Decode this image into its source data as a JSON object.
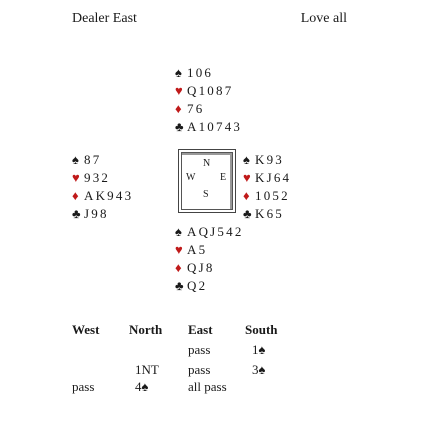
{
  "header": {
    "dealer": "Dealer East",
    "vulnerability": "Love all"
  },
  "suits": {
    "spade": {
      "glyph": "♠",
      "color": "#1a1a1a",
      "icon": "spade-icon"
    },
    "heart": {
      "glyph": "♥",
      "color": "#c01a1a",
      "icon": "heart-icon"
    },
    "diamond": {
      "glyph": "♦",
      "color": "#c01a1a",
      "icon": "diamond-icon"
    },
    "club": {
      "glyph": "♣",
      "color": "#1a1a1a",
      "icon": "club-icon"
    }
  },
  "hands": {
    "north": {
      "spades": "106",
      "hearts": "Q1087",
      "diamonds": "76",
      "clubs": "A10743"
    },
    "west": {
      "spades": "87",
      "hearts": "932",
      "diamonds": "AK943",
      "clubs": "J98"
    },
    "east": {
      "spades": "K93",
      "hearts": "KJ64",
      "diamonds": "1052",
      "clubs": "K65"
    },
    "south": {
      "spades": "AQJ542",
      "hearts": "A5",
      "diamonds": "QJ8",
      "clubs": "Q2"
    }
  },
  "compass": {
    "n": "N",
    "w": "W",
    "e": "E",
    "s": "S"
  },
  "auction": {
    "headers": [
      "West",
      "North",
      "East",
      "South"
    ],
    "rows": [
      [
        "",
        "",
        "pass",
        "1♠"
      ],
      [
        "",
        "1NT",
        "pass",
        "3♠"
      ],
      [
        "pass",
        "4♠",
        "all pass",
        ""
      ]
    ]
  }
}
